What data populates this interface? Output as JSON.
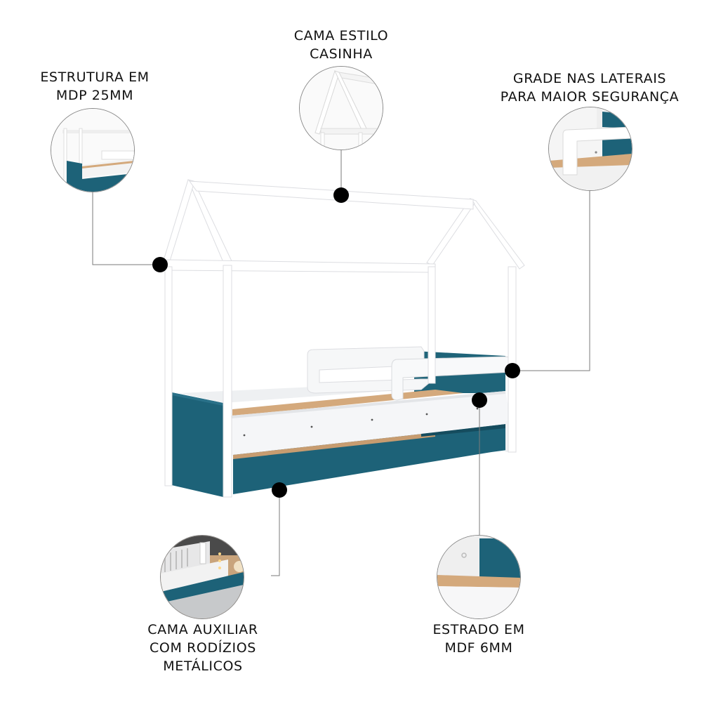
{
  "colors": {
    "teal": "#1d6278",
    "teal_dark": "#174f62",
    "wood": "#d4a97c",
    "white_panel": "#f3f4f6",
    "frame": "#ffffff",
    "frame_shadow": "#dcdde1",
    "marker": "#000000",
    "leader_line": "#7a7a7a"
  },
  "callouts": [
    {
      "id": "house-style",
      "lines": [
        "CAMA ESTILO",
        "CASINHA"
      ]
    },
    {
      "id": "structure",
      "lines": [
        "ESTRUTURA EM",
        "MDP 25MM"
      ]
    },
    {
      "id": "side-rails",
      "lines": [
        "GRADE NAS LATERAIS",
        "PARA MAIOR SEGURANÇA"
      ]
    },
    {
      "id": "trundle",
      "lines": [
        "CAMA AUXILIAR",
        "COM RODÍZIOS",
        "METÁLICOS"
      ]
    },
    {
      "id": "slats",
      "lines": [
        "ESTRADO EM",
        "MDF 6MM"
      ]
    }
  ]
}
